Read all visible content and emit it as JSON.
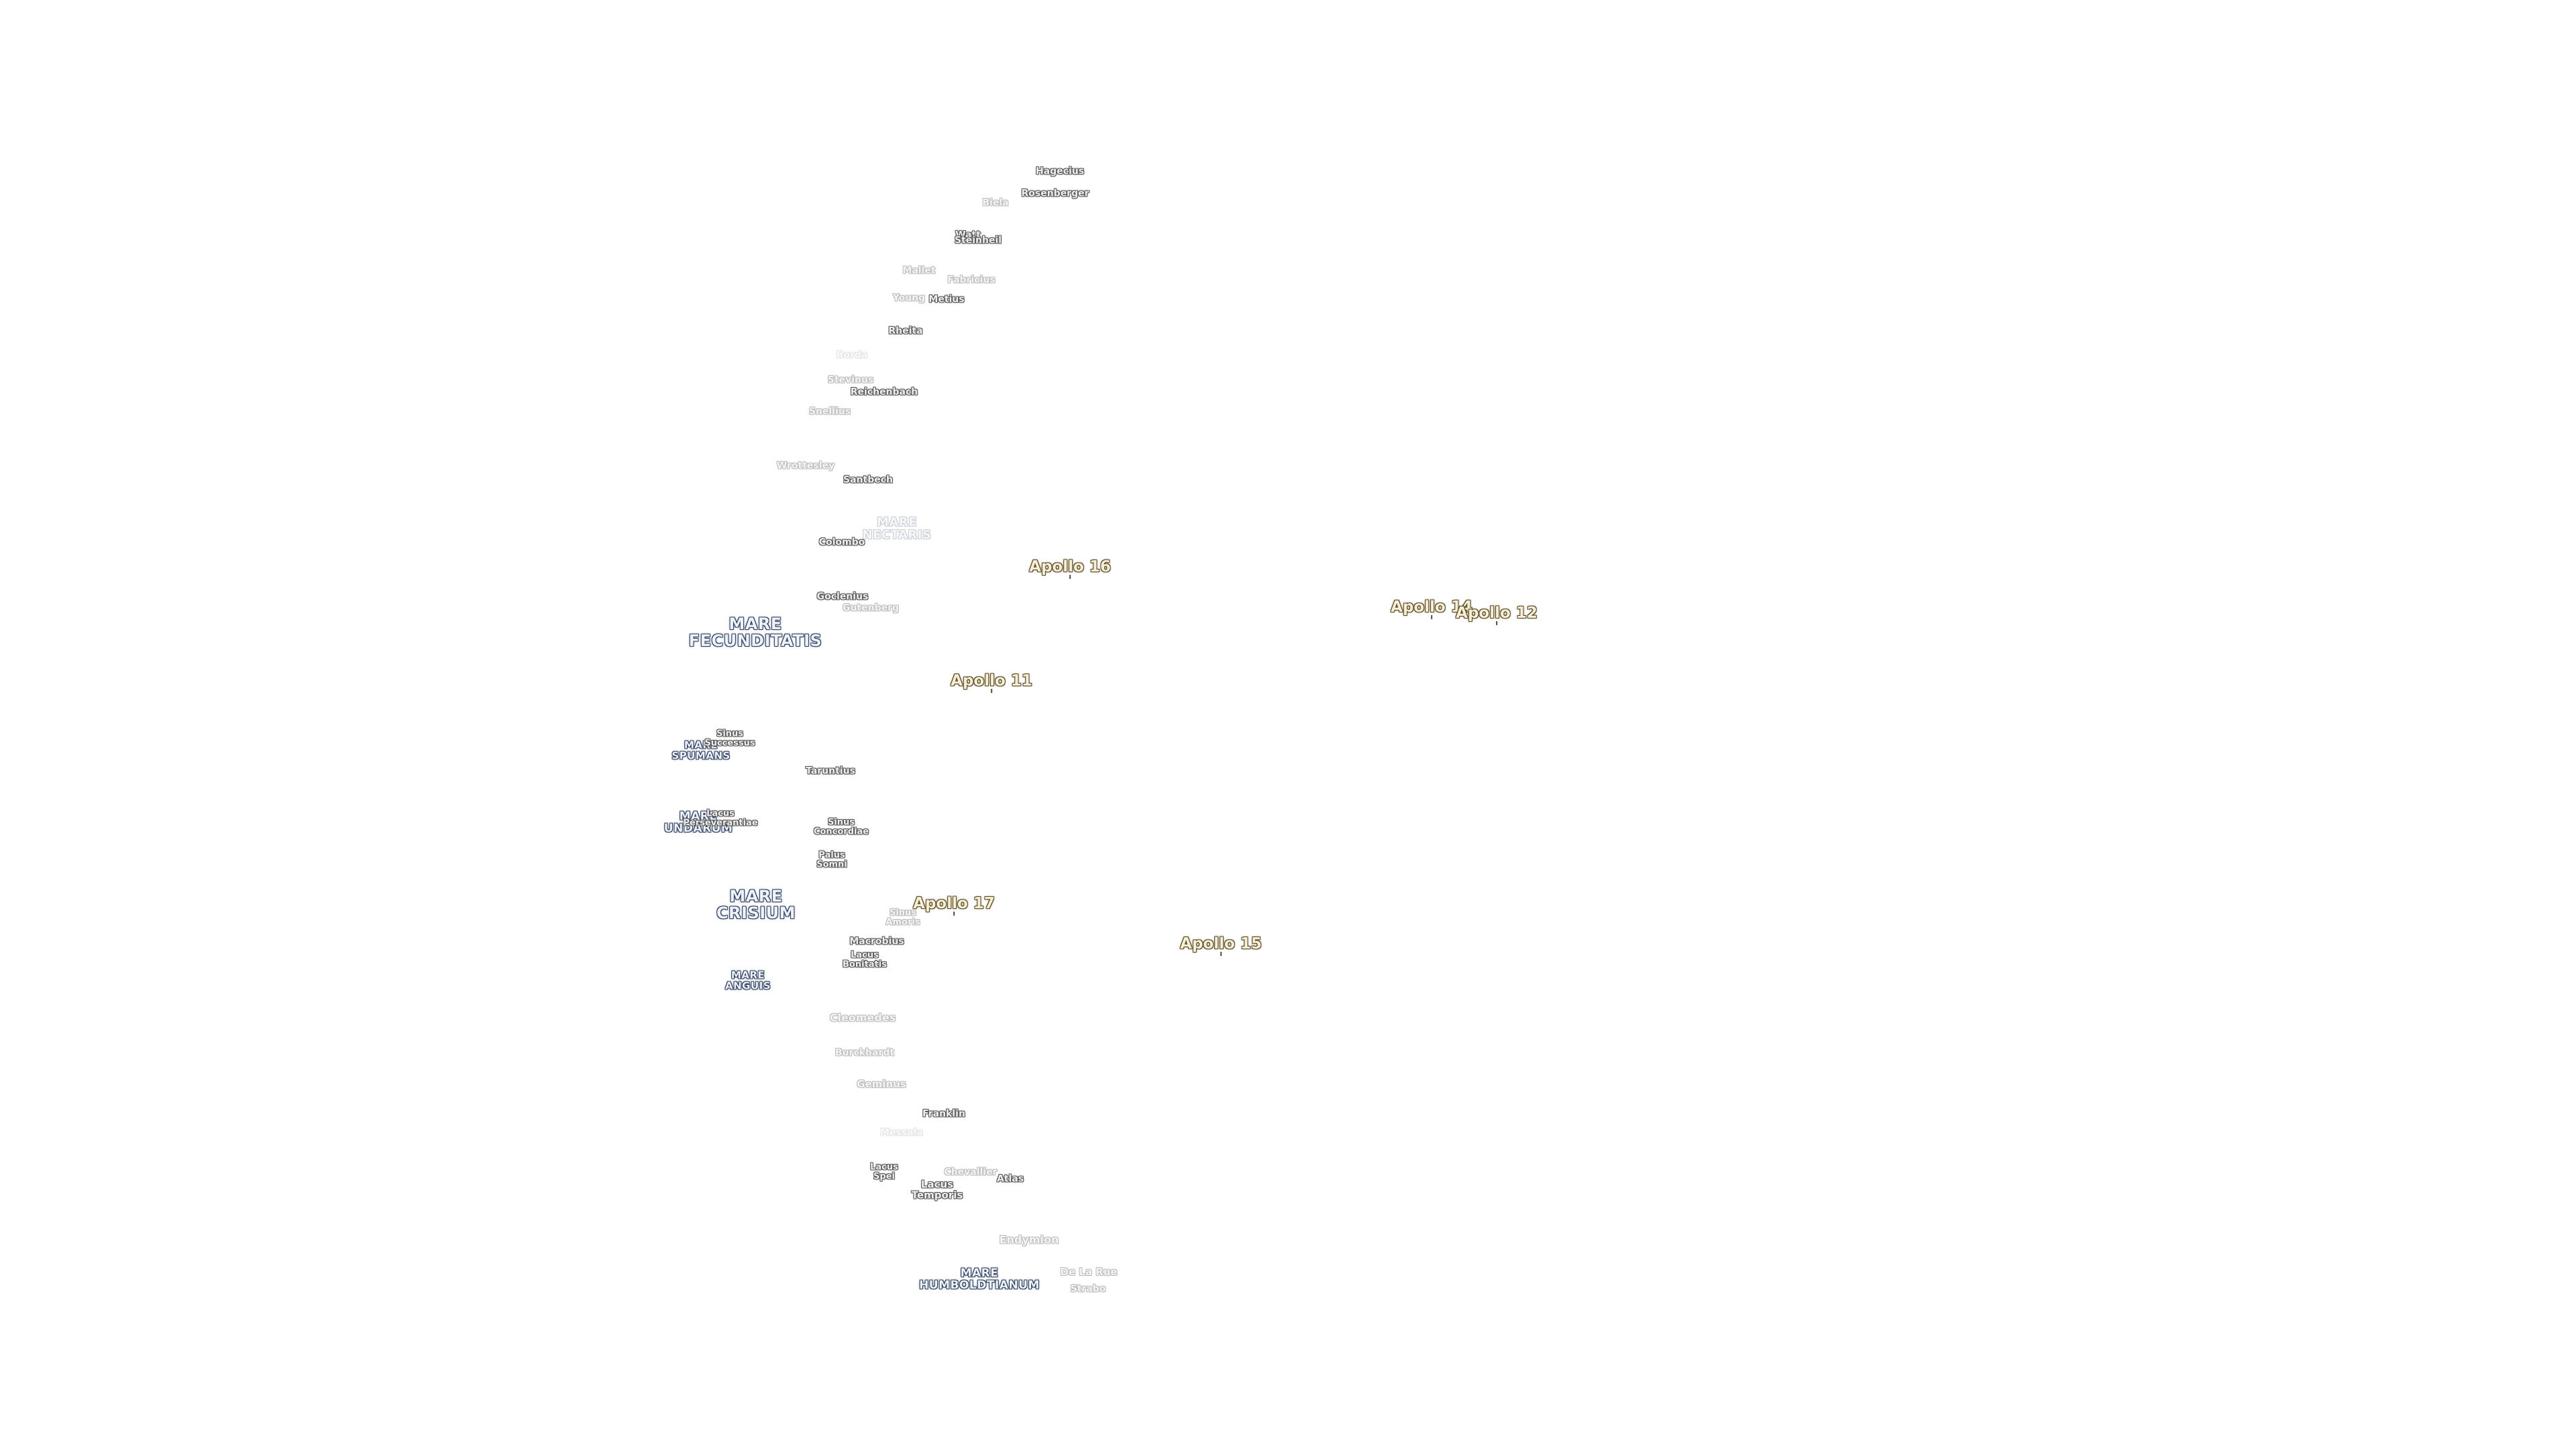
{
  "map": {
    "landing_sites": [
      {
        "id": "apollo-16",
        "name": "Apollo 16"
      },
      {
        "id": "apollo-14",
        "name": "Apollo 14"
      },
      {
        "id": "apollo-12",
        "name": "Apollo 12"
      },
      {
        "id": "apollo-11",
        "name": "Apollo 11"
      },
      {
        "id": "apollo-17",
        "name": "Apollo 17"
      },
      {
        "id": "apollo-15",
        "name": "Apollo 15"
      }
    ],
    "maria": [
      {
        "id": "mare-nectaris",
        "lines": [
          "MARE",
          "NECTARIS"
        ]
      },
      {
        "id": "mare-fecunditatis",
        "lines": [
          "MARE",
          "FECUNDITATIS"
        ]
      },
      {
        "id": "mare-spumans",
        "lines": [
          "MARE",
          "SPUMANS"
        ]
      },
      {
        "id": "mare-undarum",
        "lines": [
          "MARE",
          "UNDARUM"
        ]
      },
      {
        "id": "mare-crisium",
        "lines": [
          "MARE",
          "CRISIUM"
        ]
      },
      {
        "id": "mare-anguis",
        "lines": [
          "MARE",
          "ANGUIS"
        ]
      },
      {
        "id": "mare-humboldtianum",
        "lines": [
          "MARE",
          "HUMBOLDTIANUM"
        ]
      }
    ],
    "features": [
      {
        "id": "hagecius",
        "lines": [
          "Hagecius"
        ]
      },
      {
        "id": "rosenberger",
        "lines": [
          "Rosenberger"
        ]
      },
      {
        "id": "biela",
        "lines": [
          "Biela"
        ]
      },
      {
        "id": "watt",
        "lines": [
          "Watt"
        ]
      },
      {
        "id": "steinheil",
        "lines": [
          "Steinheil"
        ]
      },
      {
        "id": "mallet",
        "lines": [
          "Mallet"
        ]
      },
      {
        "id": "fabricius",
        "lines": [
          "Fabricius"
        ]
      },
      {
        "id": "young",
        "lines": [
          "Young"
        ]
      },
      {
        "id": "metius",
        "lines": [
          "Metius"
        ]
      },
      {
        "id": "rheita",
        "lines": [
          "Rheita"
        ]
      },
      {
        "id": "stevinus",
        "lines": [
          "Stevinus"
        ]
      },
      {
        "id": "reichenbach",
        "lines": [
          "Reichenbach"
        ]
      },
      {
        "id": "snellius",
        "lines": [
          "Snellius"
        ]
      },
      {
        "id": "wrottesley",
        "lines": [
          "Wrottesley"
        ]
      },
      {
        "id": "borda",
        "lines": [
          "Borda"
        ]
      },
      {
        "id": "santbech",
        "lines": [
          "Santbech"
        ]
      },
      {
        "id": "colombo",
        "lines": [
          "Colombo"
        ]
      },
      {
        "id": "goclenius",
        "lines": [
          "Goclenius"
        ]
      },
      {
        "id": "gutenberg",
        "lines": [
          "Gutenberg"
        ]
      },
      {
        "id": "sinus-successus",
        "lines": [
          "Sinus",
          "Successus"
        ]
      },
      {
        "id": "taruntius",
        "lines": [
          "Taruntius"
        ]
      },
      {
        "id": "lacus-perseverantiae",
        "lines": [
          "Lacus",
          "Perseverantiae"
        ]
      },
      {
        "id": "sinus-concordiae",
        "lines": [
          "Sinus",
          "Concordiae"
        ]
      },
      {
        "id": "palus-somni",
        "lines": [
          "Palus",
          "Somni"
        ]
      },
      {
        "id": "sinus-amoris",
        "lines": [
          "Sinus",
          "Amoris"
        ]
      },
      {
        "id": "macrobius",
        "lines": [
          "Macrobius"
        ]
      },
      {
        "id": "lacus-bonitatis",
        "lines": [
          "Lacus",
          "Bonitatis"
        ]
      },
      {
        "id": "cleomedes",
        "lines": [
          "Cleomedes"
        ]
      },
      {
        "id": "burckhardt",
        "lines": [
          "Burckhardt"
        ]
      },
      {
        "id": "geminus",
        "lines": [
          "Geminus"
        ]
      },
      {
        "id": "franklin",
        "lines": [
          "Franklin"
        ]
      },
      {
        "id": "messala",
        "lines": [
          "Messala"
        ]
      },
      {
        "id": "lacus-spei",
        "lines": [
          "Lacus",
          "Spei"
        ]
      },
      {
        "id": "chevallier",
        "lines": [
          "Chevallier"
        ]
      },
      {
        "id": "atlas",
        "lines": [
          "Atlas"
        ]
      },
      {
        "id": "lacus-temporis",
        "lines": [
          "Lacus",
          "Temporis"
        ]
      },
      {
        "id": "endymion",
        "lines": [
          "Endymion"
        ]
      },
      {
        "id": "de-la-rue",
        "lines": [
          "De La Rue"
        ]
      },
      {
        "id": "strabo",
        "lines": [
          "Strabo"
        ]
      }
    ]
  }
}
